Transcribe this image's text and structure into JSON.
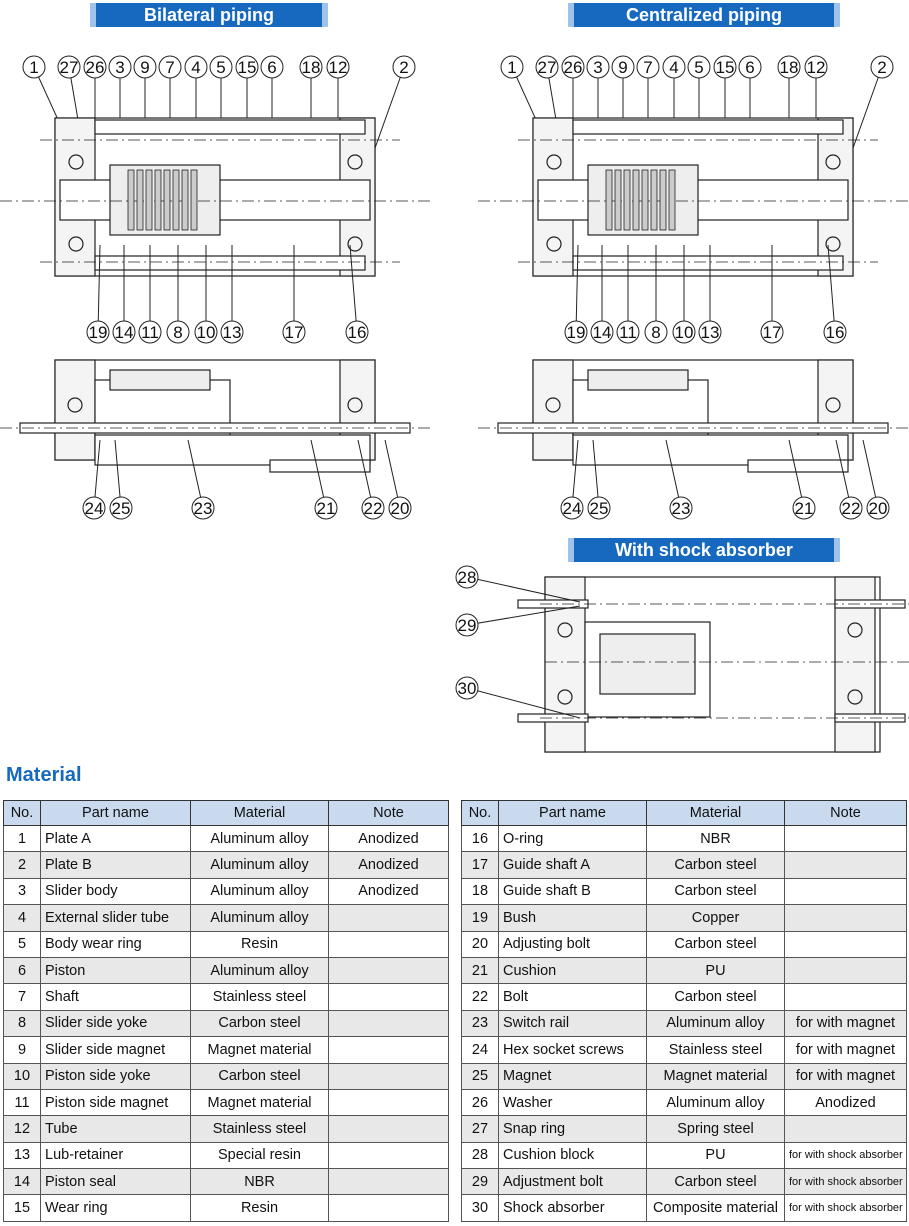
{
  "banners": {
    "bilateral": "Bilateral piping",
    "centralized": "Centralized piping",
    "shock": "With shock absorber"
  },
  "callouts": {
    "top_row": [
      "1",
      "27",
      "26",
      "3",
      "9",
      "7",
      "4",
      "5",
      "15",
      "6",
      "18",
      "12",
      "2"
    ],
    "bottom_row": [
      "19",
      "14",
      "11",
      "8",
      "10",
      "13",
      "17",
      "16"
    ],
    "magnet_row": [
      "24",
      "25",
      "23",
      "21",
      "22",
      "20"
    ],
    "shock_row": [
      "28",
      "29",
      "30"
    ]
  },
  "material_title": "Material",
  "table_headers": [
    "No.",
    "Part name",
    "Material",
    "Note"
  ],
  "parts_left": [
    {
      "no": "1",
      "name": "Plate A",
      "material": "Aluminum alloy",
      "note": "Anodized"
    },
    {
      "no": "2",
      "name": "Plate B",
      "material": "Aluminum alloy",
      "note": "Anodized"
    },
    {
      "no": "3",
      "name": "Slider body",
      "material": "Aluminum alloy",
      "note": "Anodized"
    },
    {
      "no": "4",
      "name": "External slider tube",
      "material": "Aluminum alloy",
      "note": ""
    },
    {
      "no": "5",
      "name": "Body wear ring",
      "material": "Resin",
      "note": ""
    },
    {
      "no": "6",
      "name": "Piston",
      "material": "Aluminum alloy",
      "note": ""
    },
    {
      "no": "7",
      "name": "Shaft",
      "material": "Stainless steel",
      "note": ""
    },
    {
      "no": "8",
      "name": "Slider side yoke",
      "material": "Carbon steel",
      "note": ""
    },
    {
      "no": "9",
      "name": "Slider side magnet",
      "material": "Magnet material",
      "note": ""
    },
    {
      "no": "10",
      "name": "Piston side yoke",
      "material": "Carbon steel",
      "note": ""
    },
    {
      "no": "11",
      "name": "Piston side magnet",
      "material": "Magnet material",
      "note": ""
    },
    {
      "no": "12",
      "name": "Tube",
      "material": "Stainless steel",
      "note": ""
    },
    {
      "no": "13",
      "name": "Lub-retainer",
      "material": "Special resin",
      "note": ""
    },
    {
      "no": "14",
      "name": "Piston seal",
      "material": "NBR",
      "note": ""
    },
    {
      "no": "15",
      "name": "Wear ring",
      "material": "Resin",
      "note": ""
    }
  ],
  "parts_right": [
    {
      "no": "16",
      "name": "O-ring",
      "material": "NBR",
      "note": ""
    },
    {
      "no": "17",
      "name": "Guide shaft A",
      "material": "Carbon steel",
      "note": ""
    },
    {
      "no": "18",
      "name": "Guide shaft B",
      "material": "Carbon steel",
      "note": ""
    },
    {
      "no": "19",
      "name": "Bush",
      "material": "Copper",
      "note": ""
    },
    {
      "no": "20",
      "name": "Adjusting bolt",
      "material": "Carbon steel",
      "note": ""
    },
    {
      "no": "21",
      "name": "Cushion",
      "material": "PU",
      "note": ""
    },
    {
      "no": "22",
      "name": "Bolt",
      "material": "Carbon steel",
      "note": ""
    },
    {
      "no": "23",
      "name": "Switch rail",
      "material": "Aluminum alloy",
      "note": "for with magnet"
    },
    {
      "no": "24",
      "name": "Hex socket screws",
      "material": "Stainless steel",
      "note": "for with magnet"
    },
    {
      "no": "25",
      "name": "Magnet",
      "material": "Magnet material",
      "note": "for with magnet"
    },
    {
      "no": "26",
      "name": "Washer",
      "material": "Aluminum alloy",
      "note": "Anodized"
    },
    {
      "no": "27",
      "name": "Snap ring",
      "material": "Spring steel",
      "note": ""
    },
    {
      "no": "28",
      "name": "Cushion block",
      "material": "PU",
      "note": "for with shock absorber"
    },
    {
      "no": "29",
      "name": "Adjustment bolt",
      "material": "Carbon steel",
      "note": "for with shock absorber"
    },
    {
      "no": "30",
      "name": "Shock absorber",
      "material": "Composite material",
      "note": "for with shock absorber"
    }
  ],
  "colors": {
    "banner": "#1769c0",
    "header_bg": "#c9daef",
    "alt_row": "#e8e8e8",
    "title": "#1769c0"
  }
}
